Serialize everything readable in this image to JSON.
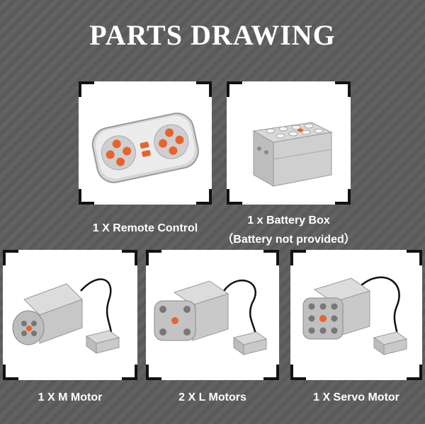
{
  "title": "PARTS DRAWING",
  "parts": [
    {
      "label": "1 X Remote Control",
      "icon": "remote-control-icon"
    },
    {
      "label": "1 x Battery Box",
      "sublabel": "（Battery not provided）",
      "icon": "battery-box-icon"
    },
    {
      "label": "1 X M Motor",
      "icon": "m-motor-icon"
    },
    {
      "label": "2 X L Motors",
      "icon": "l-motor-icon"
    },
    {
      "label": "1 X Servo Motor",
      "icon": "servo-motor-icon"
    }
  ],
  "colors": {
    "accent": "#e8632b",
    "part_gray": "#c9c9c9",
    "background": "#5e5e5e"
  }
}
